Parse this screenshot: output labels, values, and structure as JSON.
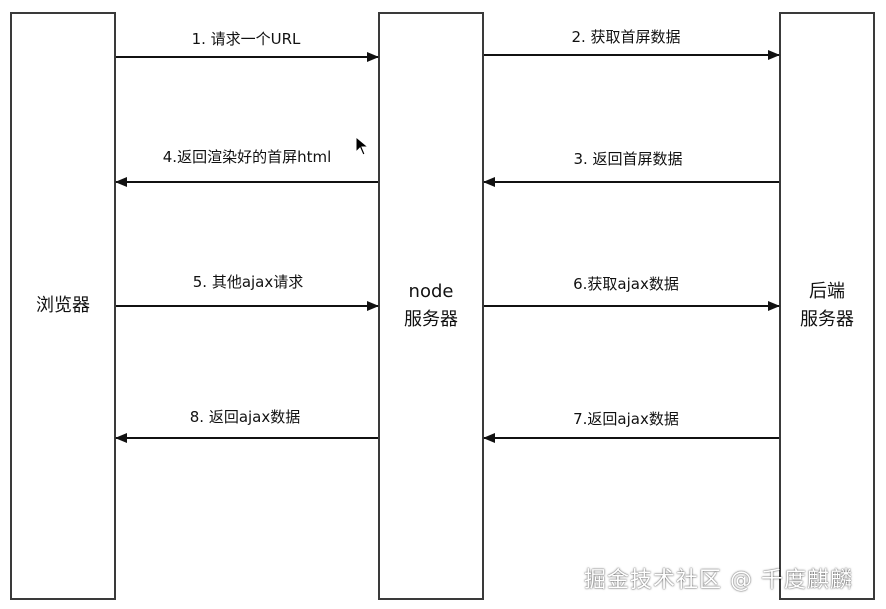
{
  "lanes": {
    "browser": "浏览器",
    "node": "node\n服务器",
    "backend": "后端\n服务器"
  },
  "steps": [
    {
      "label": "1. 请求一个URL",
      "from": "browser",
      "to": "node"
    },
    {
      "label": "2. 获取首屏数据",
      "from": "node",
      "to": "backend"
    },
    {
      "label": "3. 返回首屏数据",
      "from": "backend",
      "to": "node"
    },
    {
      "label": "4.返回渲染好的首屏html",
      "from": "node",
      "to": "browser"
    },
    {
      "label": "5. 其他ajax请求",
      "from": "browser",
      "to": "node"
    },
    {
      "label": "6.获取ajax数据",
      "from": "node",
      "to": "backend"
    },
    {
      "label": "7.返回ajax数据",
      "from": "backend",
      "to": "node"
    },
    {
      "label": "8. 返回ajax数据",
      "from": "node",
      "to": "browser"
    }
  ],
  "watermark": "掘金技术社区 @ 千度麒麟",
  "colors": {
    "line": "#111111",
    "border": "#3a3a3a"
  }
}
